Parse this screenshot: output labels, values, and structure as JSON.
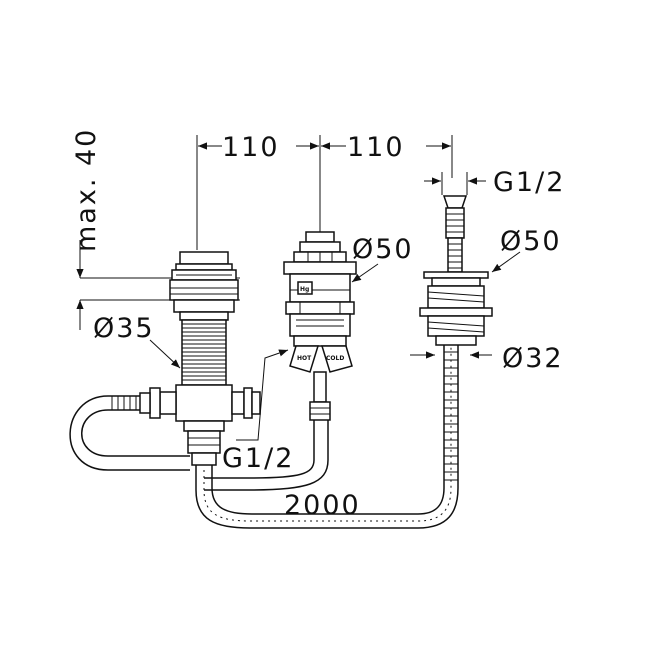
{
  "diagram": {
    "dimensions": {
      "max_depth": "max. 40",
      "spacing_left": "110",
      "spacing_right": "110",
      "thread_top": "G1/2",
      "diameter_right_flange": "Ø50",
      "diameter_center_valve": "Ø50",
      "diameter_left_body": "Ø35",
      "diameter_right_body": "Ø32",
      "thread_bottom": "G1/2",
      "hose_length": "2000"
    },
    "valve_labels": {
      "hot": "HOT",
      "cold": "COLD",
      "top_badge": "Hg"
    }
  }
}
